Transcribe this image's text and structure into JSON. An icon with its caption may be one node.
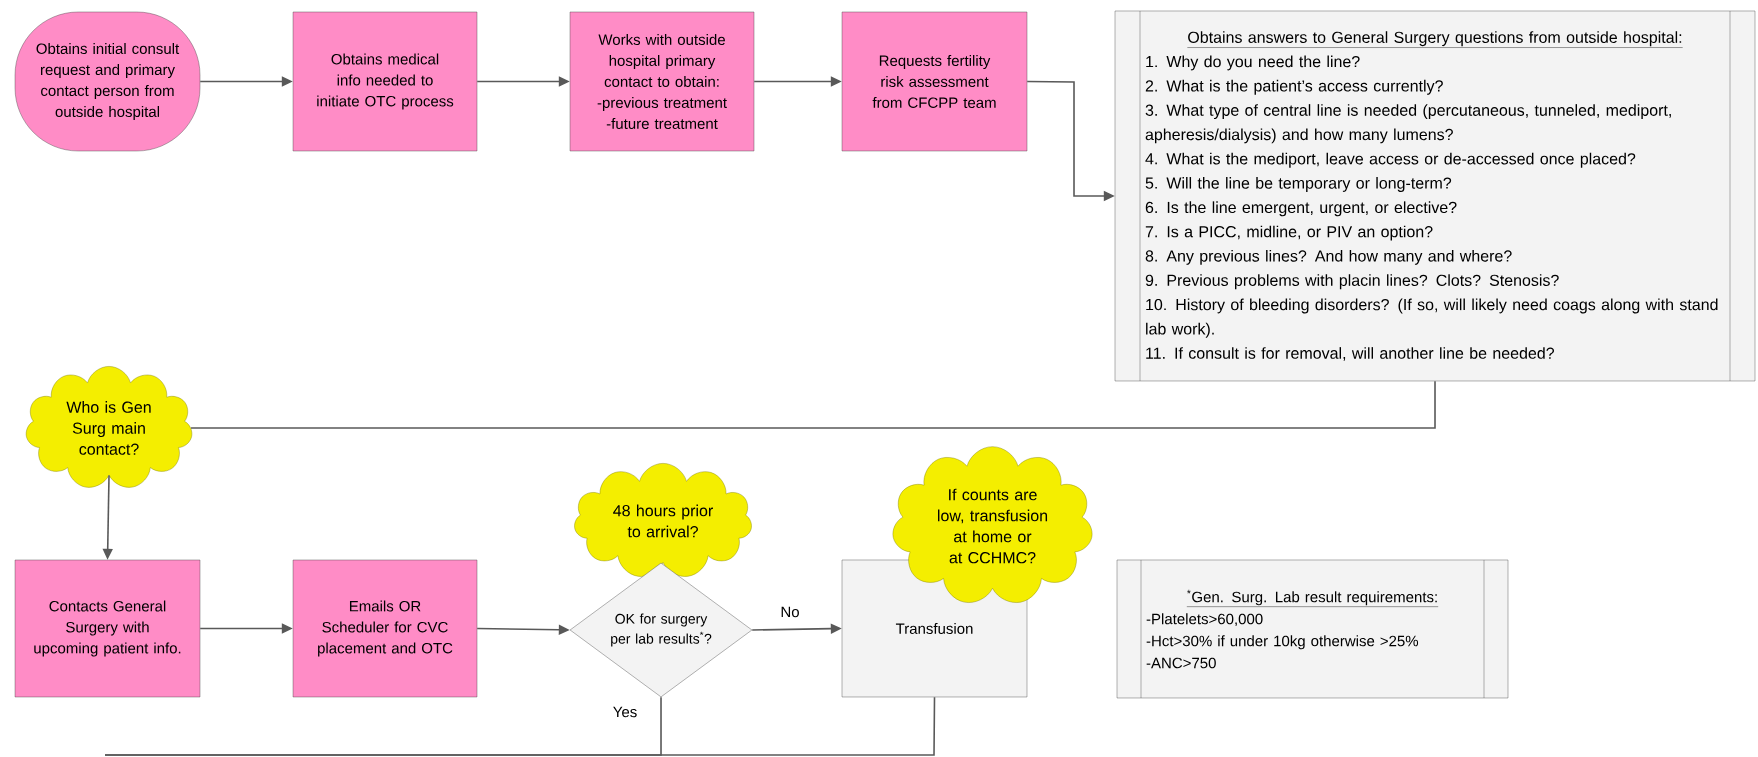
{
  "diagram": {
    "nodes": [
      {
        "text": [
          "Obtains initial consult request and primary contact person from outside hospital"
        ]
      },
      {
        "text": [
          "Obtains medical info needed to initiate OTC process"
        ]
      },
      {
        "text": [
          "Works with outside hospital primary contact to obtain:",
          "-previous treatment",
          "-future treatment"
        ]
      },
      {
        "text": [
          "Requests fertility risk assessment from CFCPP team"
        ]
      },
      {
        "text": [
          "Obtains answers to General Surgery questions from outside hospital:",
          "1. Why do you need the line?",
          "2. What is the patient’s access currently?",
          "3. What type of central line is needed (percutaneous, tunneled, mediport, apheresis/dialysis) and how many lumens?",
          "4. What is the mediport, leave access or de-accessed once placed?",
          "5. Will the line be temporary or long-term?",
          "6. Is the line emergent, urgent, or elective?",
          "7. Is a PICC, midline, or PIV an option?",
          "8. Any previous lines? And how many and where?",
          "9. Previous problems with placin lines? Clots? Stenosis?",
          "10. History of bleeding disorders? (If so, will likely need coags along with stand lab work).",
          "11. If consult is for removal, will another line be needed?"
        ]
      },
      {
        "text": [
          "Who is Gen Surg main contact?"
        ]
      },
      {
        "text": [
          "Contacts General Surgery with upcoming patient info."
        ]
      },
      {
        "text": [
          "Emails OR Scheduler for CVC placement and OTC"
        ]
      },
      {
        "text": [
          "48 hours prior to arrival?"
        ]
      },
      {
        "text": [
          "OK for surgery per lab results$^{*}$?"
        ]
      },
      {
        "text": [
          "Transfusion"
        ]
      },
      {
        "text": [
          "If counts are low, transfusion at home or at CCHMC?"
        ]
      },
      {
        "text": [
          "$^{*}$Gen. Surg. Lab result requirements:",
          "-Platelets>60,000",
          "-Hct>30% if under 10kg otherwise >25%",
          "-ANC>750"
        ]
      }
    ],
    "edges": [
      {
        "from": 0,
        "to": 1,
        "arrow": "to"
      },
      {
        "from": 1,
        "to": 2,
        "arrow": "to"
      },
      {
        "from": 2,
        "to": 3,
        "arrow": "to"
      },
      {
        "from": 3,
        "to": 4,
        "arrow": "to"
      },
      {
        "from": 4,
        "to": 5,
        "arrow": "none"
      },
      {
        "from": 5,
        "to": 6,
        "arrow": "to"
      },
      {
        "from": 6,
        "to": 7,
        "arrow": "to"
      },
      {
        "from": 7,
        "to": 9,
        "arrow": "to"
      },
      {
        "from": 9,
        "to": 10,
        "label": "No",
        "arrow": "to"
      },
      {
        "from": 9,
        "to": null,
        "label": "Yes",
        "arrow": "none"
      },
      {
        "from": 10,
        "to": null,
        "arrow": "none"
      }
    ]
  }
}
